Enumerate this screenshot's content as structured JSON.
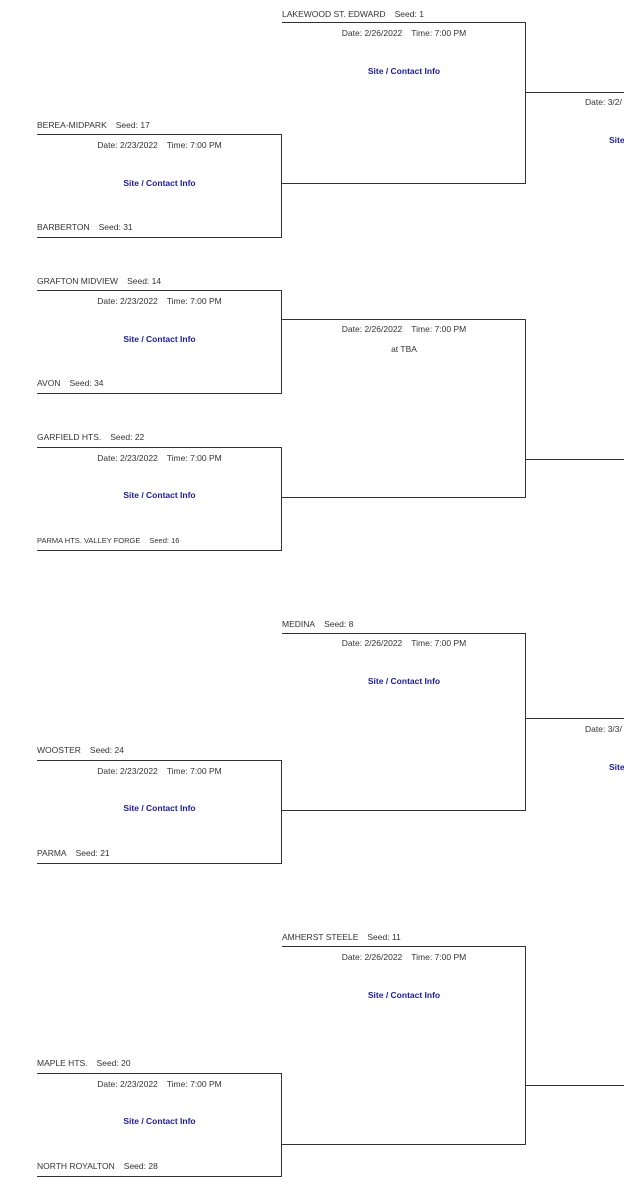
{
  "colors": {
    "link": "#1a1aa6",
    "line": "#333333",
    "text": "#333333"
  },
  "seed_label": "Seed:",
  "date_label": "Date:",
  "time_label": "Time:",
  "link_label": "Site / Contact Info",
  "round1": [
    {
      "top_team": "BEREA-MIDPARK",
      "top_seed": "17",
      "date": "2/23/2022",
      "time": "7:00 PM",
      "bottom_team": "BARBERTON",
      "bottom_seed": "31"
    },
    {
      "top_team": "GRAFTON MIDVIEW",
      "top_seed": "14",
      "date": "2/23/2022",
      "time": "7:00 PM",
      "bottom_team": "AVON",
      "bottom_seed": "34"
    },
    {
      "top_team": "GARFIELD HTS.",
      "top_seed": "22",
      "date": "2/23/2022",
      "time": "7:00 PM",
      "bottom_team": "PARMA HTS. VALLEY FORGE",
      "bottom_seed": "16"
    },
    {
      "top_team": "WOOSTER",
      "top_seed": "24",
      "date": "2/23/2022",
      "time": "7:00 PM",
      "bottom_team": "PARMA",
      "bottom_seed": "21"
    },
    {
      "top_team": "MAPLE HTS.",
      "top_seed": "20",
      "date": "2/23/2022",
      "time": "7:00 PM",
      "bottom_team": "NORTH ROYALTON",
      "bottom_seed": "28"
    }
  ],
  "round2": [
    {
      "top_team": "LAKEWOOD ST. EDWARD",
      "top_seed": "1",
      "date": "2/26/2022",
      "time": "7:00 PM"
    },
    {
      "date": "2/26/2022",
      "time": "7:00 PM",
      "site": "at TBA"
    },
    {
      "top_team": "MEDINA",
      "top_seed": "8",
      "date": "2/26/2022",
      "time": "7:00 PM"
    },
    {
      "top_team": "AMHERST STEELE",
      "top_seed": "11",
      "date": "2/26/2022",
      "time": "7:00 PM"
    }
  ],
  "round3": [
    {
      "date_partial": "3/2/",
      "link_partial": "Site"
    },
    {
      "date_partial": "3/3/",
      "link_partial": "Site"
    }
  ]
}
